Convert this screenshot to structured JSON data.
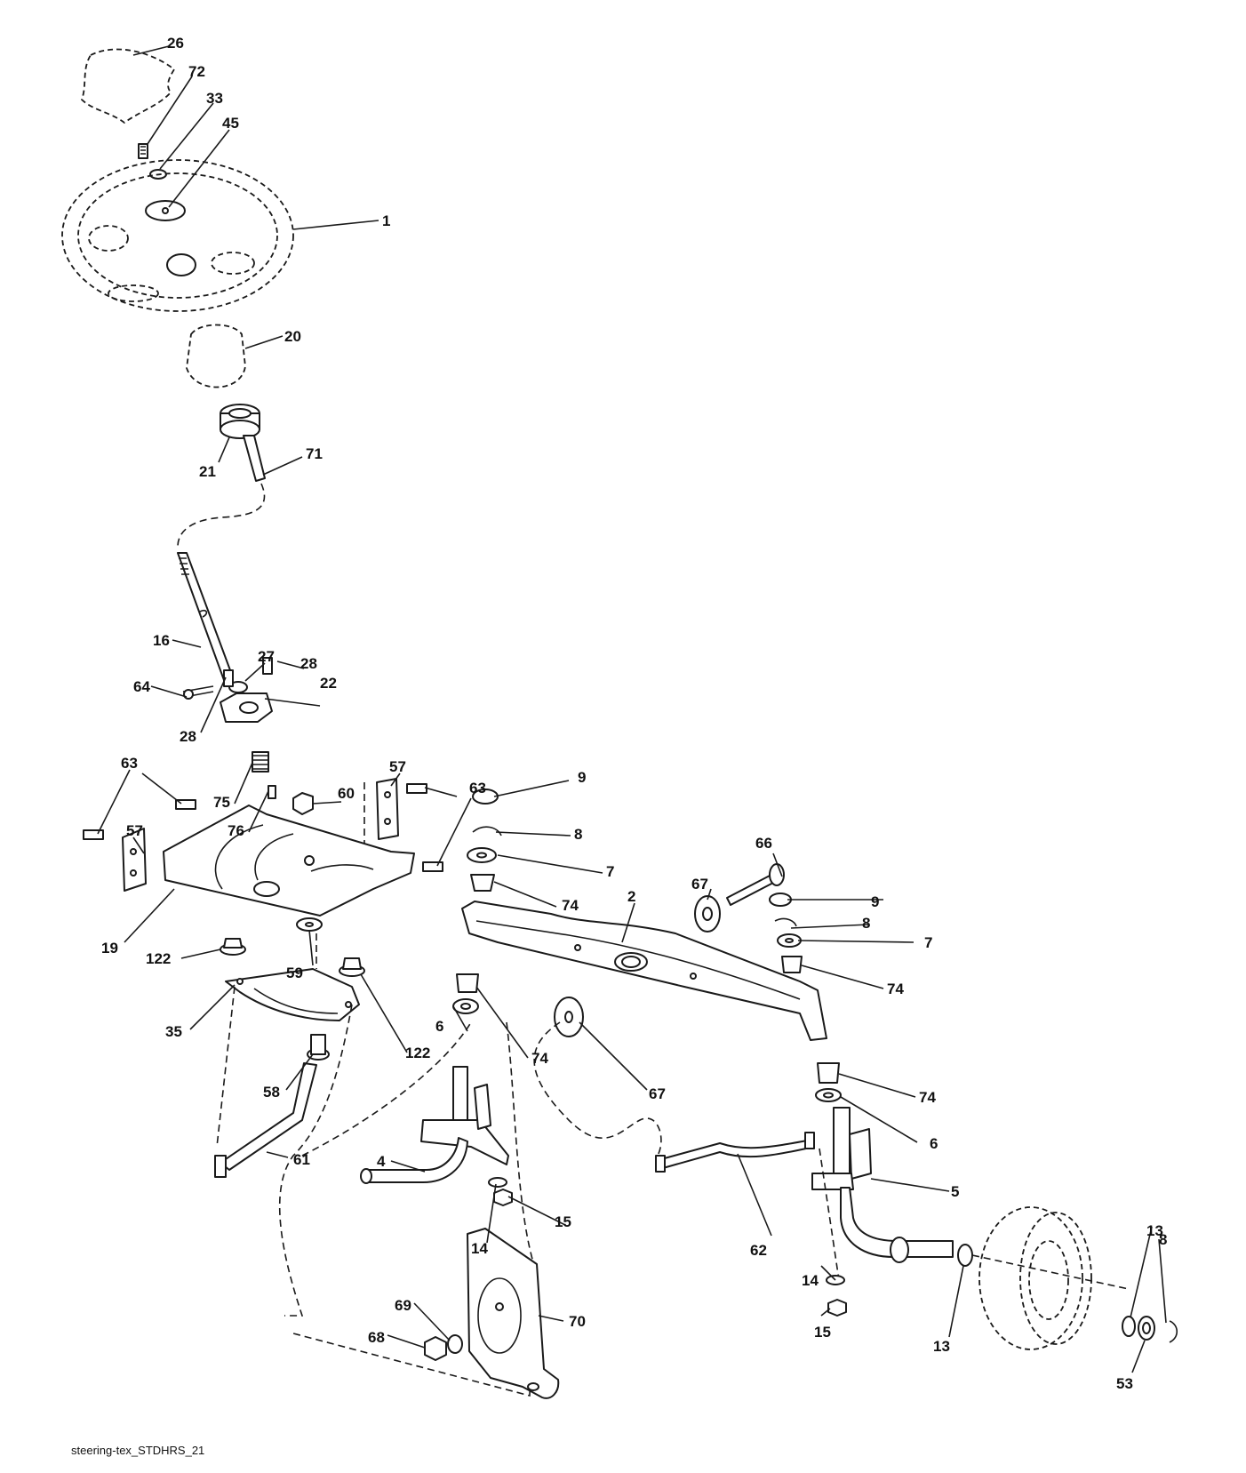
{
  "diagram": {
    "footer_text": "steering-tex_STDHRS_21",
    "callouts": [
      {
        "id": "c26",
        "label": "26"
      },
      {
        "id": "c72",
        "label": "72"
      },
      {
        "id": "c33",
        "label": "33"
      },
      {
        "id": "c45",
        "label": "45"
      },
      {
        "id": "c1",
        "label": "1"
      },
      {
        "id": "c20",
        "label": "20"
      },
      {
        "id": "c21",
        "label": "21"
      },
      {
        "id": "c71",
        "label": "71"
      },
      {
        "id": "c16",
        "label": "16"
      },
      {
        "id": "c64",
        "label": "64"
      },
      {
        "id": "c27",
        "label": "27"
      },
      {
        "id": "c28a",
        "label": "28"
      },
      {
        "id": "c28b",
        "label": "28"
      },
      {
        "id": "c22",
        "label": "22"
      },
      {
        "id": "c63a",
        "label": "63"
      },
      {
        "id": "c57a",
        "label": "57"
      },
      {
        "id": "c75",
        "label": "75"
      },
      {
        "id": "c76",
        "label": "76"
      },
      {
        "id": "c60",
        "label": "60"
      },
      {
        "id": "c57b",
        "label": "57"
      },
      {
        "id": "c63b",
        "label": "63"
      },
      {
        "id": "c19",
        "label": "19"
      },
      {
        "id": "c59",
        "label": "59"
      },
      {
        "id": "c122a",
        "label": "122"
      },
      {
        "id": "c35",
        "label": "35"
      },
      {
        "id": "c122b",
        "label": "122"
      },
      {
        "id": "c58",
        "label": "58"
      },
      {
        "id": "c61",
        "label": "61"
      },
      {
        "id": "c9a",
        "label": "9"
      },
      {
        "id": "c8a",
        "label": "8"
      },
      {
        "id": "c7a",
        "label": "7"
      },
      {
        "id": "c74a",
        "label": "74"
      },
      {
        "id": "c2",
        "label": "2"
      },
      {
        "id": "c66",
        "label": "66"
      },
      {
        "id": "c67a",
        "label": "67"
      },
      {
        "id": "c9b",
        "label": "9"
      },
      {
        "id": "c8b",
        "label": "8"
      },
      {
        "id": "c7b",
        "label": "7"
      },
      {
        "id": "c74b",
        "label": "74"
      },
      {
        "id": "c6a",
        "label": "6"
      },
      {
        "id": "c74c",
        "label": "74"
      },
      {
        "id": "c67b",
        "label": "67"
      },
      {
        "id": "c74d",
        "label": "74"
      },
      {
        "id": "c6b",
        "label": "6"
      },
      {
        "id": "c4",
        "label": "4"
      },
      {
        "id": "c5",
        "label": "5"
      },
      {
        "id": "c15a",
        "label": "15"
      },
      {
        "id": "c14a",
        "label": "14"
      },
      {
        "id": "c62",
        "label": "62"
      },
      {
        "id": "c14b",
        "label": "14"
      },
      {
        "id": "c15b",
        "label": "15"
      },
      {
        "id": "c13a",
        "label": "13"
      },
      {
        "id": "c13b",
        "label": "13"
      },
      {
        "id": "c8c",
        "label": "8"
      },
      {
        "id": "c53",
        "label": "53"
      },
      {
        "id": "c69",
        "label": "69"
      },
      {
        "id": "c70",
        "label": "70"
      },
      {
        "id": "c68",
        "label": "68"
      }
    ]
  }
}
